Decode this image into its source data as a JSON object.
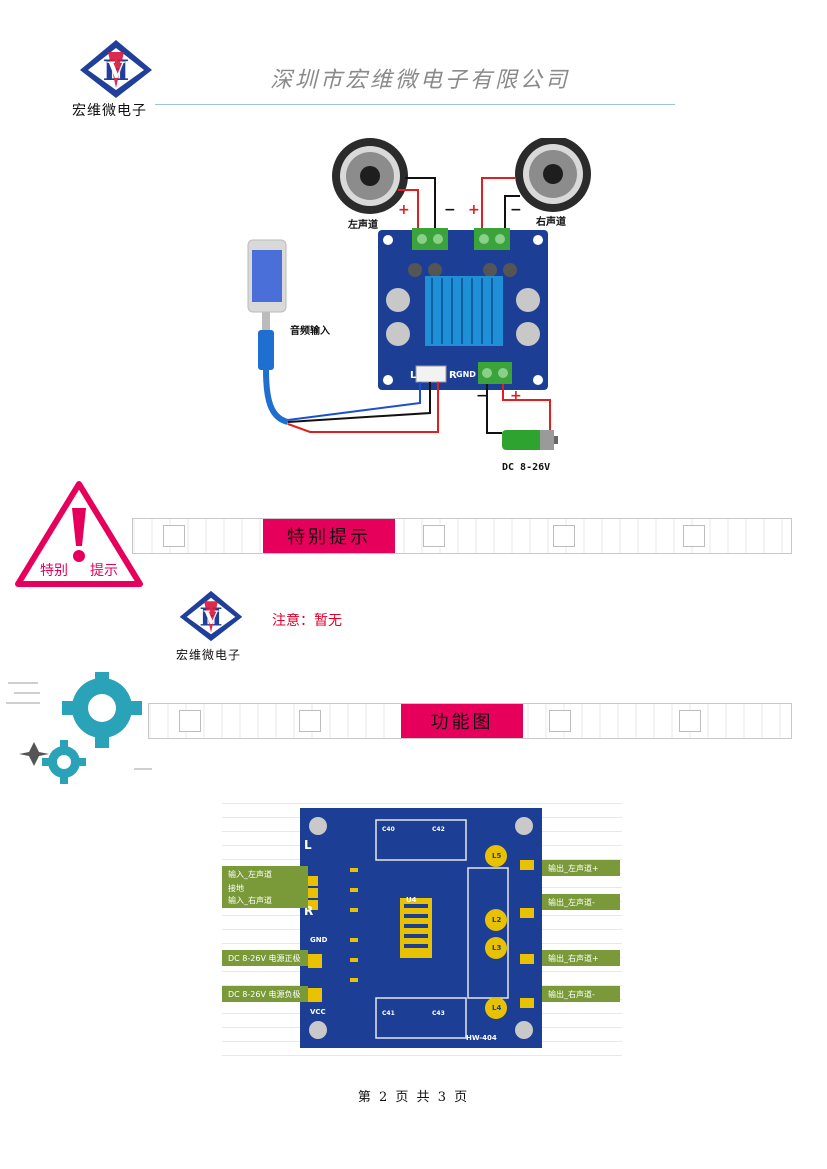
{
  "header": {
    "logo_text": "宏维微电子",
    "company_name": "深圳市宏维微电子有限公司"
  },
  "wiring_diagram": {
    "left_channel": "左声道",
    "right_channel": "右声道",
    "audio_input": "音频输入",
    "power_label": "DC 8-26V",
    "plus": "+",
    "minus": "−",
    "board_l": "L",
    "board_r": "R",
    "board_gnd": "GND"
  },
  "special_notice": {
    "warning_text_1": "特别",
    "warning_text_2": "提示",
    "banner_title": "特别提示",
    "note": "注意：暂无"
  },
  "function_diagram": {
    "banner_title": "功能图",
    "labels_left": [
      "输入_左声道",
      "接地",
      "输入_右声道",
      "DC 8-26V 电源正极",
      "DC 8-26V 电源负极"
    ],
    "labels_right": [
      "输出_左声道+",
      "输出_左声道-",
      "输出_右声道+",
      "输出_右声道-"
    ],
    "board_model": "HW-404",
    "board_l": "L",
    "board_r": "R",
    "gnd": "GND",
    "vcc": "VCC",
    "chip": "U4",
    "inductors": [
      "L5",
      "L2",
      "L3",
      "L4"
    ],
    "caps": [
      "C40",
      "C42",
      "C41",
      "C43"
    ]
  },
  "footer": {
    "page_text": "第 2 页 共 3 页"
  },
  "colors": {
    "accent_pink": "#e6005c",
    "logo_blue": "#1f3f9a",
    "logo_red": "#d8153a",
    "pcb_blue": "#1c3f95",
    "heatsink": "#1f8fd8",
    "gear_teal": "#2aa3b8",
    "header_line": "#9cc3e6"
  }
}
